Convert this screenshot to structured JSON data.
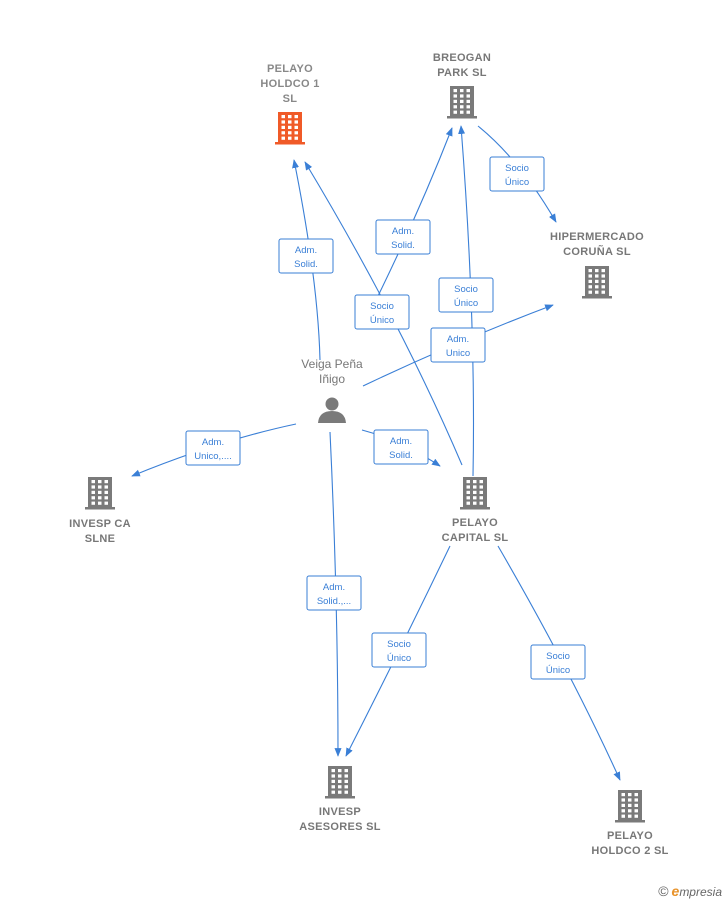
{
  "colors": {
    "highlight_building": "#f05a28",
    "building": "#7a7a7a",
    "edge": "#3a7fd6"
  },
  "nodes": [
    {
      "id": "pelayo_holdco1",
      "type": "company",
      "highlight": true,
      "label_lines": [
        "PELAYO",
        "HOLDCO 1",
        "SL"
      ]
    },
    {
      "id": "breogan",
      "type": "company",
      "label_lines": [
        "BREOGAN",
        "PARK  SL"
      ]
    },
    {
      "id": "hipermercado",
      "type": "company",
      "label_lines": [
        "HIPERMERCADO",
        "CORUÑA  SL"
      ]
    },
    {
      "id": "veiga",
      "type": "person",
      "label_lines": [
        "Veiga Peña",
        "Iñigo"
      ]
    },
    {
      "id": "invesp_ca",
      "type": "company",
      "label_lines": [
        "INVESP CA",
        "SLNE"
      ]
    },
    {
      "id": "pelayo_capital",
      "type": "company",
      "label_lines": [
        "PELAYO",
        "CAPITAL  SL"
      ]
    },
    {
      "id": "invesp_asesores",
      "type": "company",
      "label_lines": [
        "INVESP",
        "ASESORES  SL"
      ]
    },
    {
      "id": "pelayo_holdco2",
      "type": "company",
      "label_lines": [
        "PELAYO",
        "HOLDCO 2  SL"
      ]
    }
  ],
  "edges": [
    {
      "from": "veiga",
      "to": "pelayo_holdco1",
      "label_lines": [
        "Adm.",
        "Solid."
      ]
    },
    {
      "from": "veiga",
      "to": "breogan",
      "label_lines": [
        "Adm.",
        "Solid."
      ]
    },
    {
      "from": "pelayo_capital",
      "to": "pelayo_holdco1",
      "label_lines": [
        "Socio",
        "Único"
      ]
    },
    {
      "from": "breogan",
      "to": "hipermercado",
      "label_lines": [
        "Socio",
        "Único"
      ]
    },
    {
      "from": "pelayo_capital",
      "to": "breogan",
      "label_lines": [
        "Socio",
        "Único"
      ]
    },
    {
      "from": "veiga",
      "to": "hipermercado",
      "label_lines": [
        "Adm.",
        "Unico"
      ]
    },
    {
      "from": "veiga",
      "to": "invesp_ca",
      "label_lines": [
        "Adm.",
        "Unico,...."
      ]
    },
    {
      "from": "veiga",
      "to": "pelayo_capital",
      "label_lines": [
        "Adm.",
        "Solid."
      ]
    },
    {
      "from": "veiga",
      "to": "invesp_asesores",
      "label_lines": [
        "Adm.",
        "Solid.,..."
      ]
    },
    {
      "from": "pelayo_capital",
      "to": "invesp_asesores",
      "label_lines": [
        "Socio",
        "Único"
      ]
    },
    {
      "from": "pelayo_capital",
      "to": "pelayo_holdco2",
      "label_lines": [
        "Socio",
        "Único"
      ]
    }
  ],
  "footer": {
    "copyright": "©",
    "brand_initial": "e",
    "brand_rest": "mpresia"
  }
}
